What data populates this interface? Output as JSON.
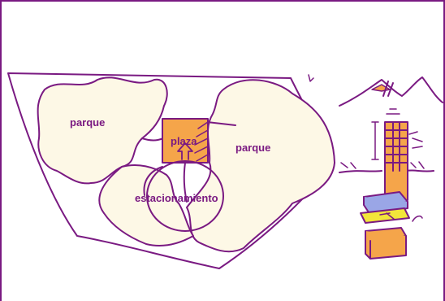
{
  "labels": {
    "parque_left": "parque",
    "parque_right": "parque",
    "plaza": "plaza",
    "estacionamiento": "estacionamiento"
  },
  "colors": {
    "ink": "#7a1a82",
    "park_fill": "#fdf8e6",
    "plaza_fill": "#f5a54a",
    "accent_yellow": "#f2e63a",
    "accent_blue": "#9aa6e6"
  },
  "icons": [
    "mountain-sketch-icon",
    "tower-section-icon",
    "exploded-blocks-icon",
    "up-arrow-icon"
  ]
}
